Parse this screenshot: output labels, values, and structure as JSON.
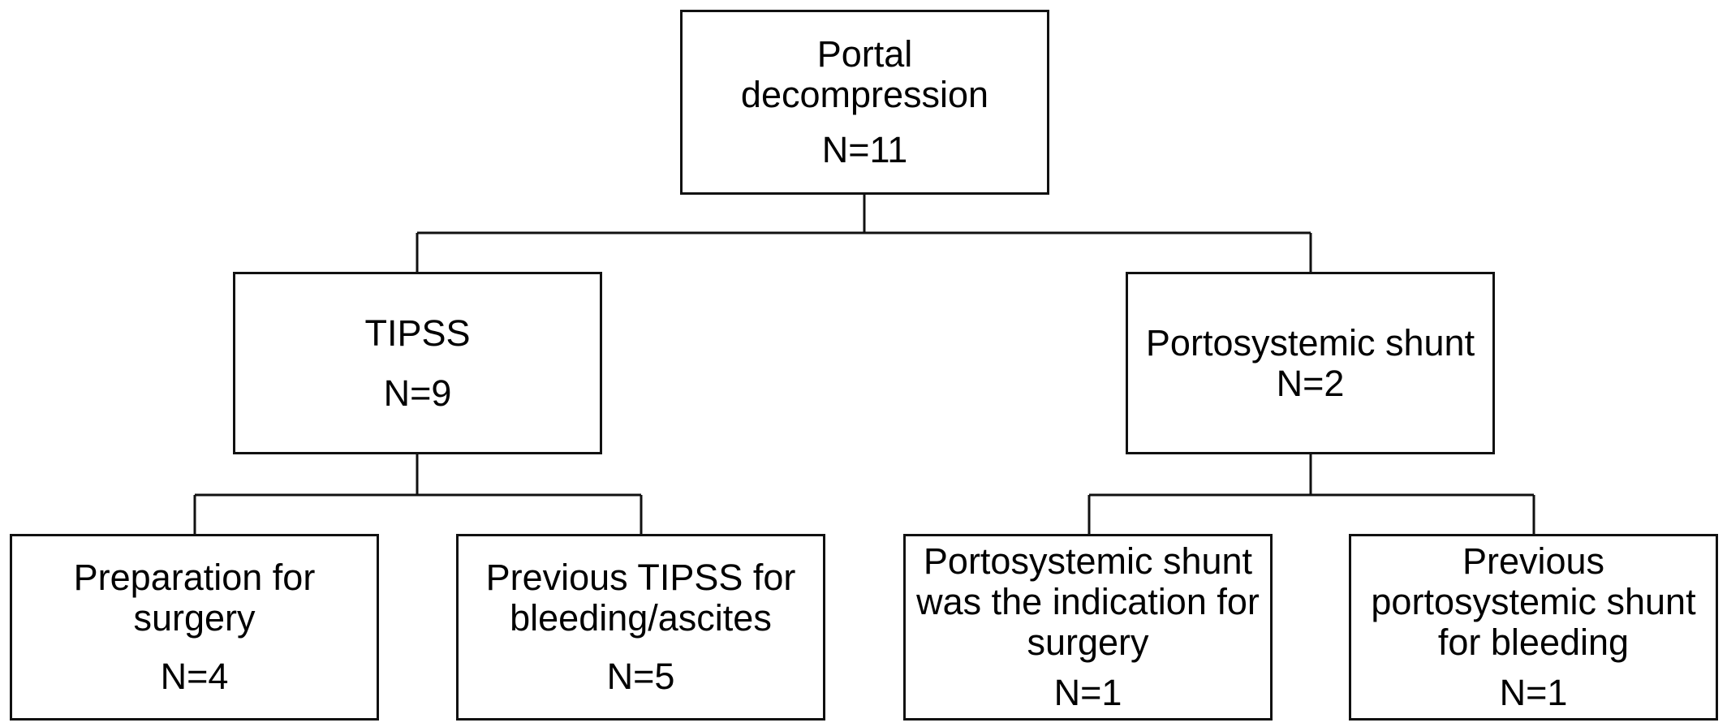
{
  "nodes": {
    "root": {
      "label": "Portal\ndecompression",
      "count": "N=11"
    },
    "tipss": {
      "label": "TIPSS",
      "count": "N=9"
    },
    "shunt": {
      "label": "Portosystemic shunt",
      "count": "N=2"
    },
    "prep": {
      "label": "Preparation for\nsurgery",
      "count": "N=4"
    },
    "prev_tipss": {
      "label": "Previous TIPSS for\nbleeding/ascites",
      "count": "N=5"
    },
    "shunt_indication": {
      "label": "Portosystemic shunt\nwas the indication for\nsurgery",
      "count": "N=1"
    },
    "prev_shunt": {
      "label": "Previous\nportosystemic shunt\nfor bleeding",
      "count": "N=1"
    }
  },
  "edges": [
    [
      "root",
      "tipss"
    ],
    [
      "root",
      "shunt"
    ],
    [
      "tipss",
      "prep"
    ],
    [
      "tipss",
      "prev_tipss"
    ],
    [
      "shunt",
      "shunt_indication"
    ],
    [
      "shunt",
      "prev_shunt"
    ]
  ]
}
